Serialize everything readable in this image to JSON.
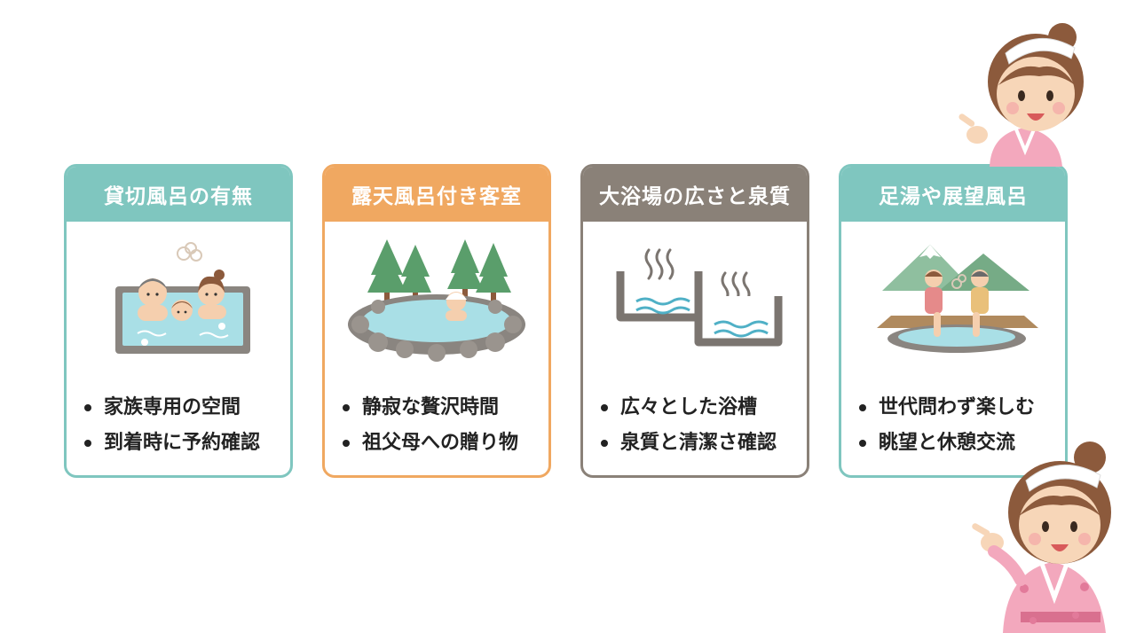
{
  "colors": {
    "card1": "#7fc6bf",
    "card2": "#f0a861",
    "card3": "#8a8178",
    "card4": "#7fc6bf",
    "water": "#a9dfe6",
    "skin": "#f5cfae",
    "hair": "#8c5a3c",
    "tree": "#5a9e6b",
    "rock": "#8a8580",
    "yukata": "#f3a8bd"
  },
  "cards": [
    {
      "title": "貸切風呂の有無",
      "illustration": "family-bath-icon",
      "items": [
        "家族専用の空間",
        "到着時に予約確認"
      ]
    },
    {
      "title": "露天風呂付き客室",
      "illustration": "outdoor-bath-forest-icon",
      "items": [
        "静寂な贅沢時間",
        "祖父母への贈り物"
      ]
    },
    {
      "title": "大浴場の広さと泉質",
      "illustration": "large-bath-steam-icon",
      "items": [
        "広々とした浴槽",
        "泉質と清潔さ確認"
      ]
    },
    {
      "title": "足湯や展望風呂",
      "illustration": "footbath-mountain-icon",
      "items": [
        "世代問わず楽しむ",
        "眺望と休憩交流"
      ]
    }
  ],
  "mascots": [
    {
      "name": "mascot-top-right"
    },
    {
      "name": "mascot-bottom-right"
    }
  ]
}
